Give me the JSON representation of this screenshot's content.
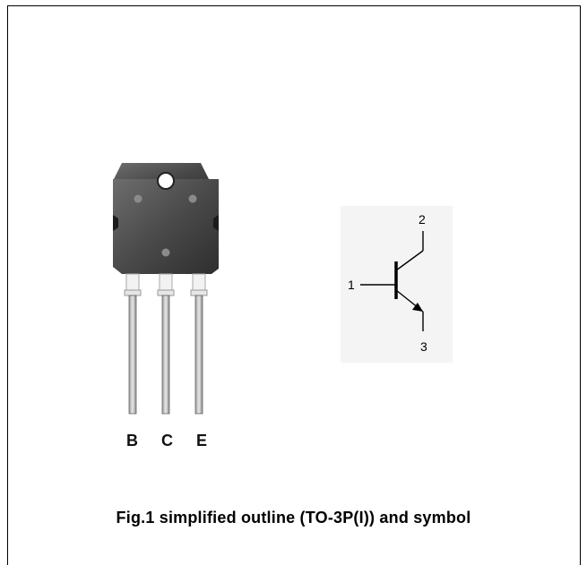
{
  "package": {
    "pin_labels": [
      "B",
      "C",
      "E"
    ]
  },
  "symbol": {
    "pins": {
      "base": "1",
      "collector": "2",
      "emitter": "3"
    }
  },
  "caption": "Fig.1  simplified  outline  (TO-3P(I))  and  symbol"
}
